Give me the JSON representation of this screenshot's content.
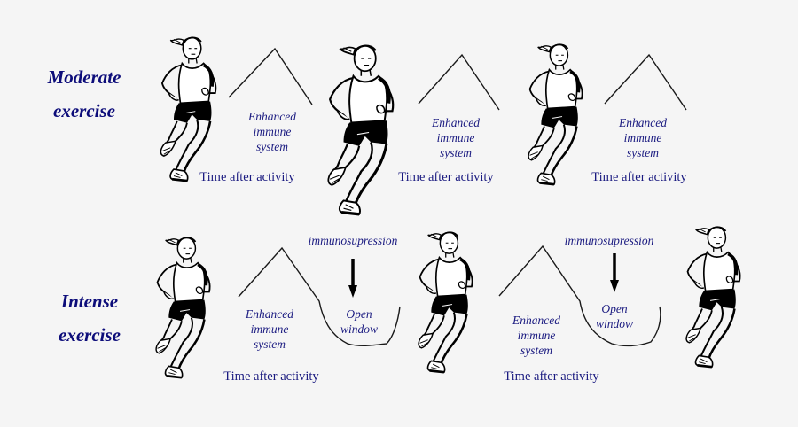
{
  "colors": {
    "background": "#f5f5f5",
    "text": "#1a1a80",
    "title": "#0d0d7a",
    "line": "#1a1a1a"
  },
  "rows": {
    "moderate": {
      "title_line1": "Moderate",
      "title_line2": "exercise",
      "cycles": [
        {
          "enhanced_l1": "Enhanced",
          "enhanced_l2": "immune",
          "enhanced_l3": "system",
          "time": "Time after activity"
        },
        {
          "enhanced_l1": "Enhanced",
          "enhanced_l2": "immune",
          "enhanced_l3": "system",
          "time": "Time after activity"
        },
        {
          "enhanced_l1": "Enhanced",
          "enhanced_l2": "immune",
          "enhanced_l3": "system",
          "time": "Time after activity"
        }
      ]
    },
    "intense": {
      "title_line1": "Intense",
      "title_line2": "exercise",
      "cycles": [
        {
          "enhanced_l1": "Enhanced",
          "enhanced_l2": "immune",
          "enhanced_l3": "system",
          "suppression": "immunosupression",
          "window_l1": "Open",
          "window_l2": "window",
          "time": "Time after activity"
        },
        {
          "enhanced_l1": "Enhanced",
          "enhanced_l2": "immune",
          "enhanced_l3": "system",
          "suppression": "immunosupression",
          "window_l1": "Open",
          "window_l2": "window",
          "time": "Time after activity"
        }
      ]
    }
  },
  "icons": {
    "runner": "running-woman-illustration",
    "arrow": "down-arrow"
  }
}
